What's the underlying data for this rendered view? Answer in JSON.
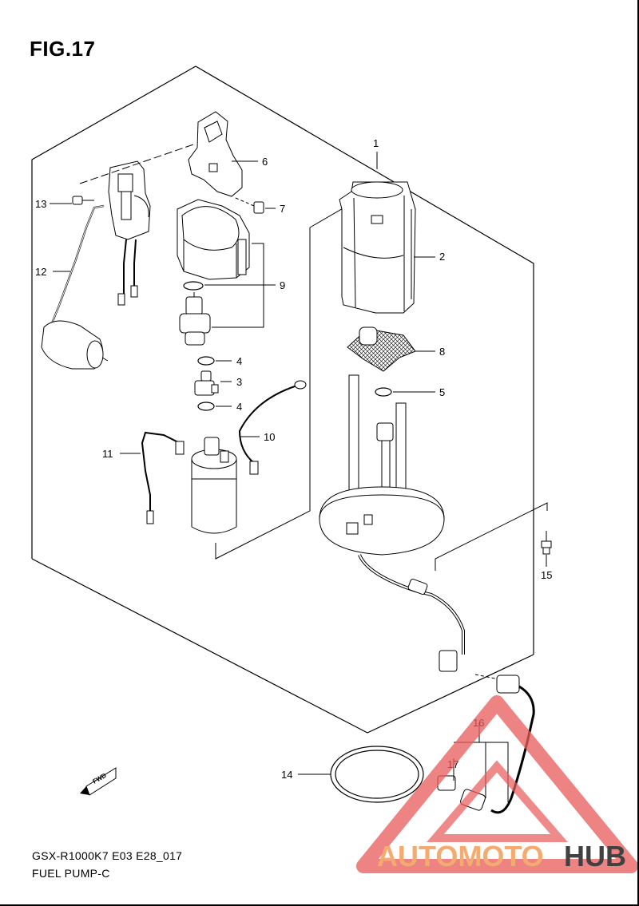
{
  "figure": {
    "title": "FIG.17",
    "model_code": "GSX-R1000K7 E03 E28_017",
    "section_name": "FUEL PUMP-C"
  },
  "callouts": [
    "1",
    "2",
    "3",
    "4",
    "4",
    "5",
    "6",
    "7",
    "8",
    "9",
    "10",
    "11",
    "12",
    "13",
    "14",
    "15",
    "16",
    "17"
  ],
  "direction_badge": "FWD",
  "watermark": {
    "text_part1": "AUTOMOTO",
    "text_part2": "HUB",
    "color_primary": "#F4A261",
    "color_secondary": "#2D2D2D",
    "triangle_color": "#E85D5D"
  }
}
